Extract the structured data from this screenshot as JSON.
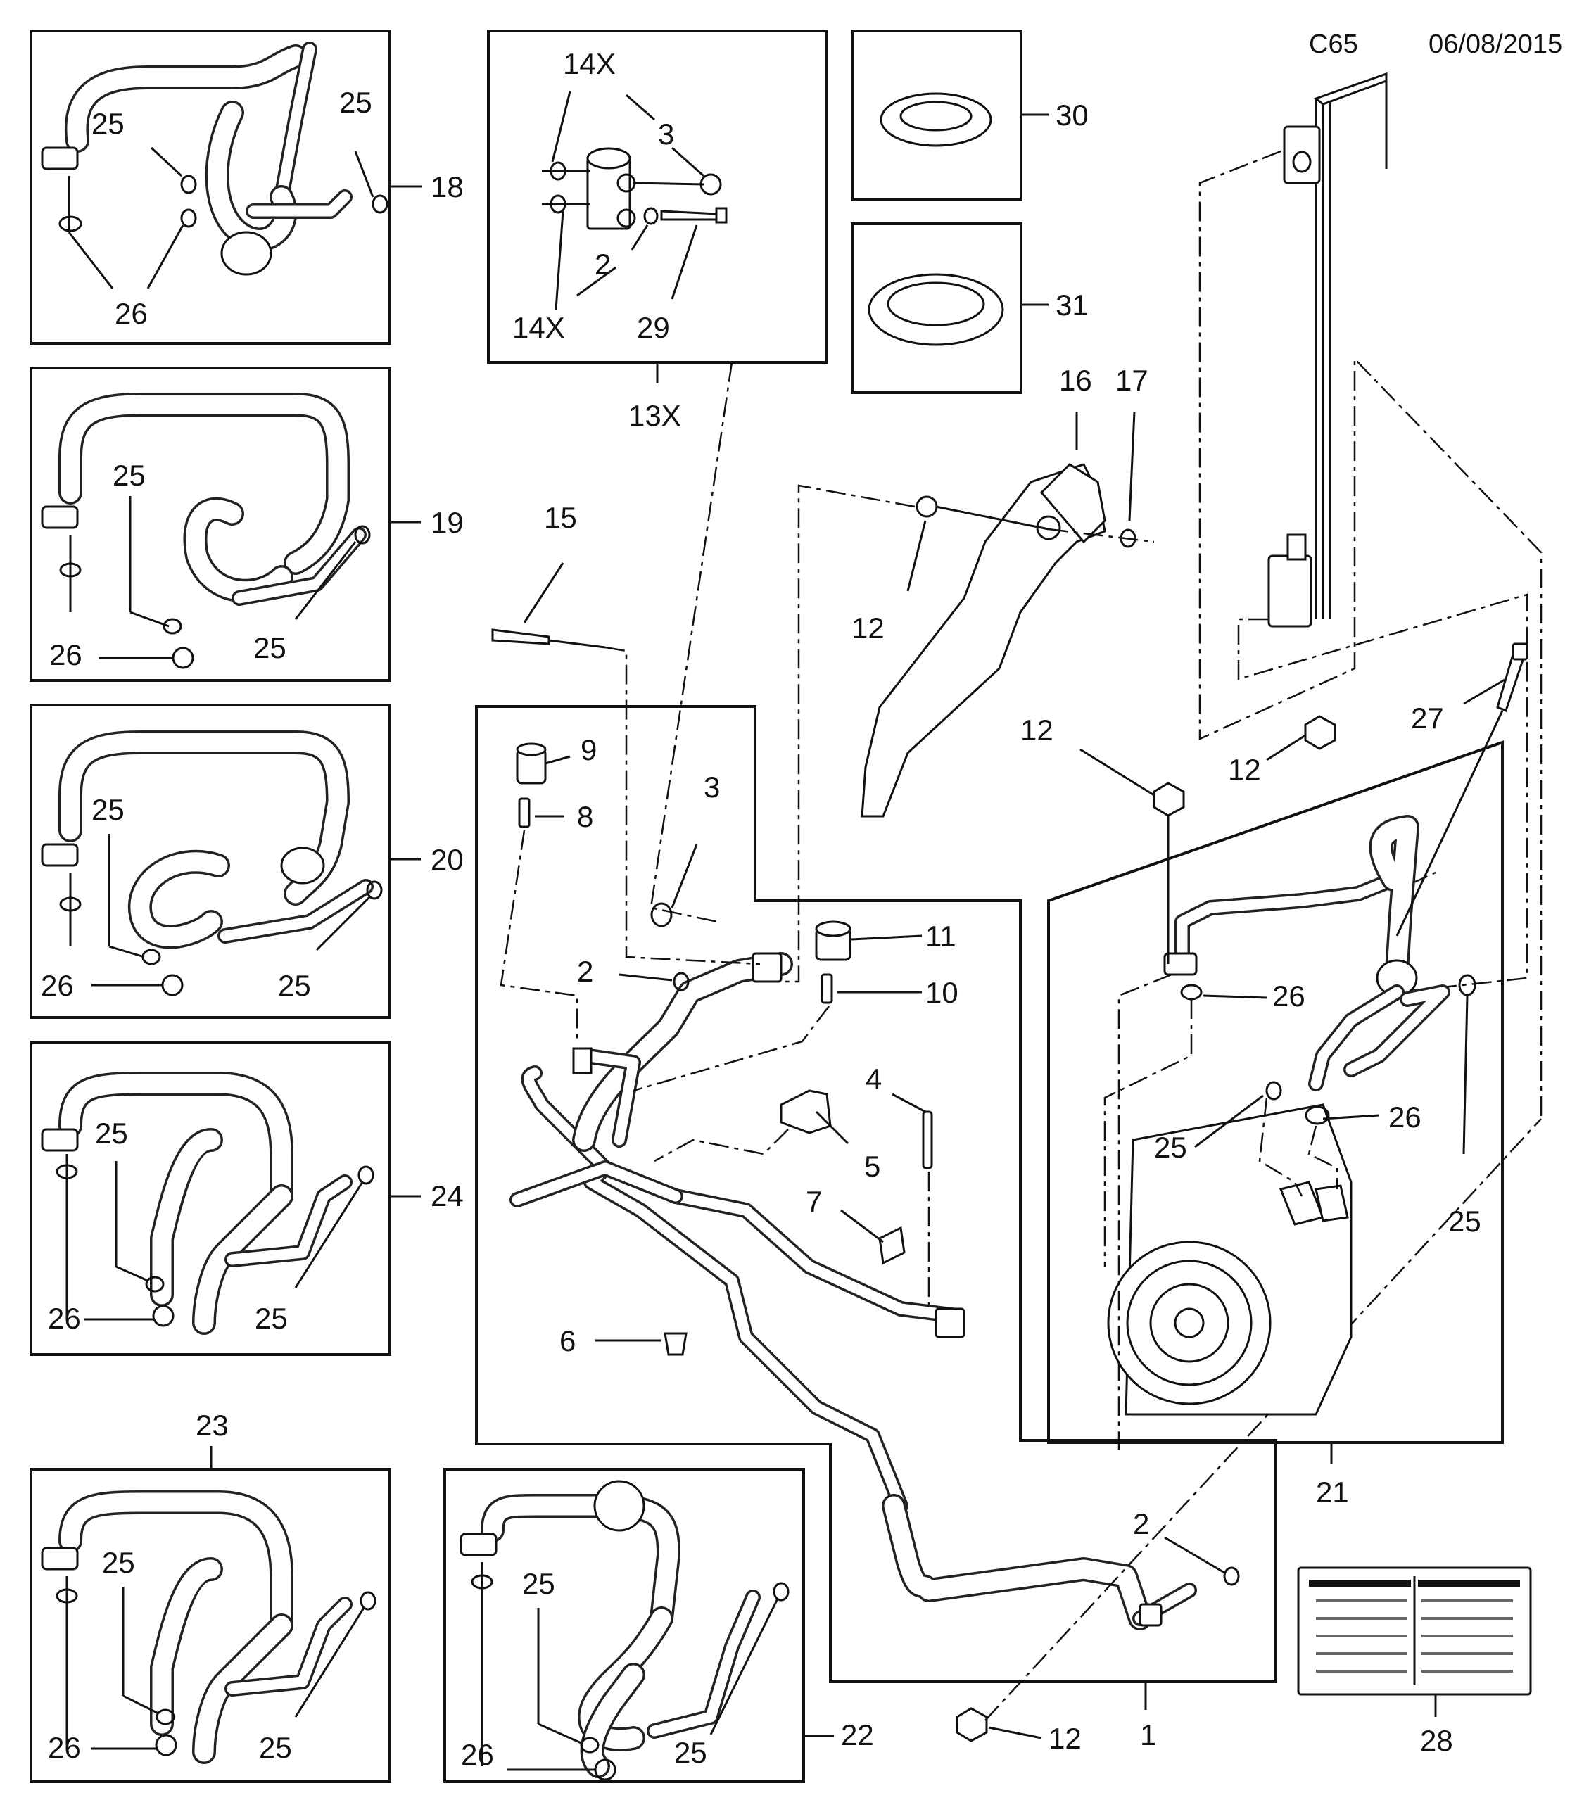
{
  "header": {
    "code": "C65",
    "date": "06/08/2015"
  },
  "callouts": {
    "c1": "1",
    "c2a": "2",
    "c2b": "2",
    "c2c": "2",
    "c3a": "3",
    "c3b": "3",
    "c4": "4",
    "c5": "5",
    "c6": "6",
    "c7": "7",
    "c8": "8",
    "c9": "9",
    "c10": "10",
    "c11": "11",
    "c12a": "12",
    "c12b": "12",
    "c12c": "12",
    "c12d": "12",
    "c13x": "13X",
    "c14xa": "14X",
    "c14xb": "14X",
    "c15": "15",
    "c16": "16",
    "c17": "17",
    "c18": "18",
    "c19": "19",
    "c20": "20",
    "c21": "21",
    "c22": "22",
    "c23": "23",
    "c24": "24",
    "c25_18a": "25",
    "c25_18b": "25",
    "c26_18": "26",
    "c25_19a": "25",
    "c25_19b": "25",
    "c26_19": "26",
    "c25_20a": "25",
    "c25_20b": "25",
    "c26_20": "26",
    "c25_24a": "25",
    "c25_24b": "25",
    "c26_24": "26",
    "c25_23a": "25",
    "c25_23b": "25",
    "c26_23": "26",
    "c25_22a": "25",
    "c25_22b": "25",
    "c26_22": "26",
    "c25_21a": "25",
    "c25_21b": "25",
    "c26_21a": "26",
    "c26_21b": "26",
    "c27": "27",
    "c28": "28",
    "c29": "29",
    "c30": "30",
    "c31": "31"
  },
  "icons": [
    "pipe-assembly",
    "o-ring",
    "seal-washer",
    "valve-block",
    "bracket",
    "nut",
    "bolt",
    "stud",
    "cap",
    "valve-core",
    "clip",
    "compressor",
    "condenser",
    "warning-label"
  ]
}
